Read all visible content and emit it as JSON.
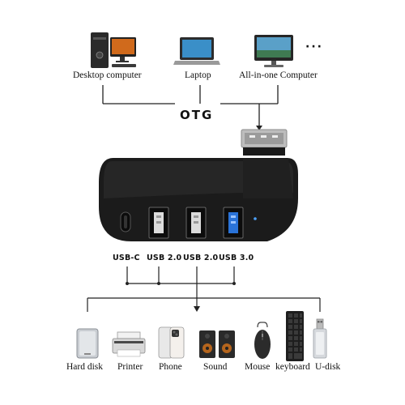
{
  "hosts": {
    "items": [
      {
        "label": "Desktop computer",
        "icon": "desktop-computer-icon"
      },
      {
        "label": "Laptop",
        "icon": "laptop-icon"
      },
      {
        "label": "All-in-one Computer",
        "icon": "all-in-one-computer-icon"
      }
    ],
    "ellipsis": "···"
  },
  "connection_label": "OTG",
  "ports": [
    {
      "label": "USB-C"
    },
    {
      "label": "USB 2.0"
    },
    {
      "label": "USB 2.0"
    },
    {
      "label": "USB 3.0"
    }
  ],
  "devices": [
    {
      "label": "Hard disk",
      "icon": "hard-disk-icon"
    },
    {
      "label": "Printer",
      "icon": "printer-icon"
    },
    {
      "label": "Phone",
      "icon": "phone-icon"
    },
    {
      "label": "Sound",
      "icon": "speaker-icon"
    },
    {
      "label": "Mouse",
      "icon": "mouse-icon"
    },
    {
      "label": "keyboard",
      "icon": "keyboard-icon"
    },
    {
      "label": "U-disk",
      "icon": "usb-flash-drive-icon"
    }
  ],
  "colors": {
    "hub_body": "#1b1b1b",
    "usb3_port": "#2a73d8",
    "line": "#222222"
  }
}
